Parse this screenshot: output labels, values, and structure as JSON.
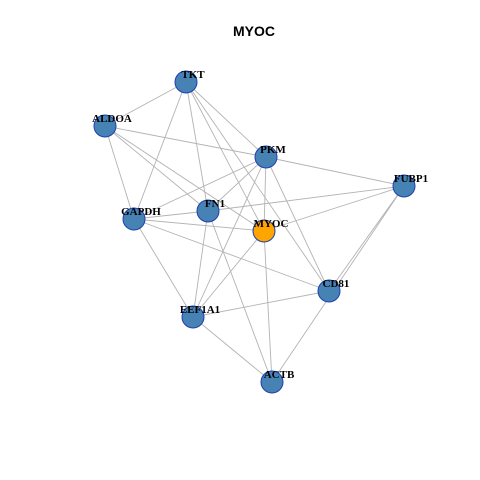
{
  "title": "MYOC",
  "colors": {
    "node_default": "#4682b4",
    "node_query": "#ffa500",
    "node_border": "#1f3fb0",
    "edge": "#b3b3b3"
  },
  "nodes": [
    {
      "id": "TKT",
      "label": "TKT",
      "query": false
    },
    {
      "id": "ALDOA",
      "label": "ALDOA",
      "query": false
    },
    {
      "id": "PKM",
      "label": "PKM",
      "query": false
    },
    {
      "id": "FUBP1",
      "label": "FUBP1",
      "query": false
    },
    {
      "id": "GAPDH",
      "label": "GAPDH",
      "query": false
    },
    {
      "id": "FN1",
      "label": "FN1",
      "query": false
    },
    {
      "id": "MYOC",
      "label": "MYOC",
      "query": true
    },
    {
      "id": "CD81",
      "label": "CD81",
      "query": false
    },
    {
      "id": "EEF1A1",
      "label": "EEF1A1",
      "query": false
    },
    {
      "id": "ACTB",
      "label": "ACTB",
      "query": false
    }
  ],
  "edges": [
    [
      "TKT",
      "ALDOA"
    ],
    [
      "TKT",
      "PKM"
    ],
    [
      "TKT",
      "GAPDH"
    ],
    [
      "TKT",
      "FN1"
    ],
    [
      "TKT",
      "MYOC"
    ],
    [
      "TKT",
      "CD81"
    ],
    [
      "ALDOA",
      "PKM"
    ],
    [
      "ALDOA",
      "GAPDH"
    ],
    [
      "ALDOA",
      "FN1"
    ],
    [
      "ALDOA",
      "MYOC"
    ],
    [
      "PKM",
      "GAPDH"
    ],
    [
      "PKM",
      "FN1"
    ],
    [
      "PKM",
      "EEF1A1"
    ],
    [
      "PKM",
      "CD81"
    ],
    [
      "PKM",
      "FUBP1"
    ],
    [
      "PKM",
      "MYOC"
    ],
    [
      "FUBP1",
      "FN1"
    ],
    [
      "FUBP1",
      "MYOC"
    ],
    [
      "FUBP1",
      "CD81"
    ],
    [
      "FUBP1",
      "ACTB"
    ],
    [
      "GAPDH",
      "FN1"
    ],
    [
      "GAPDH",
      "MYOC"
    ],
    [
      "GAPDH",
      "CD81"
    ],
    [
      "GAPDH",
      "EEF1A1"
    ],
    [
      "FN1",
      "EEF1A1"
    ],
    [
      "FN1",
      "ACTB"
    ],
    [
      "MYOC",
      "EEF1A1"
    ],
    [
      "MYOC",
      "ACTB"
    ],
    [
      "CD81",
      "EEF1A1"
    ],
    [
      "EEF1A1",
      "ACTB"
    ]
  ]
}
